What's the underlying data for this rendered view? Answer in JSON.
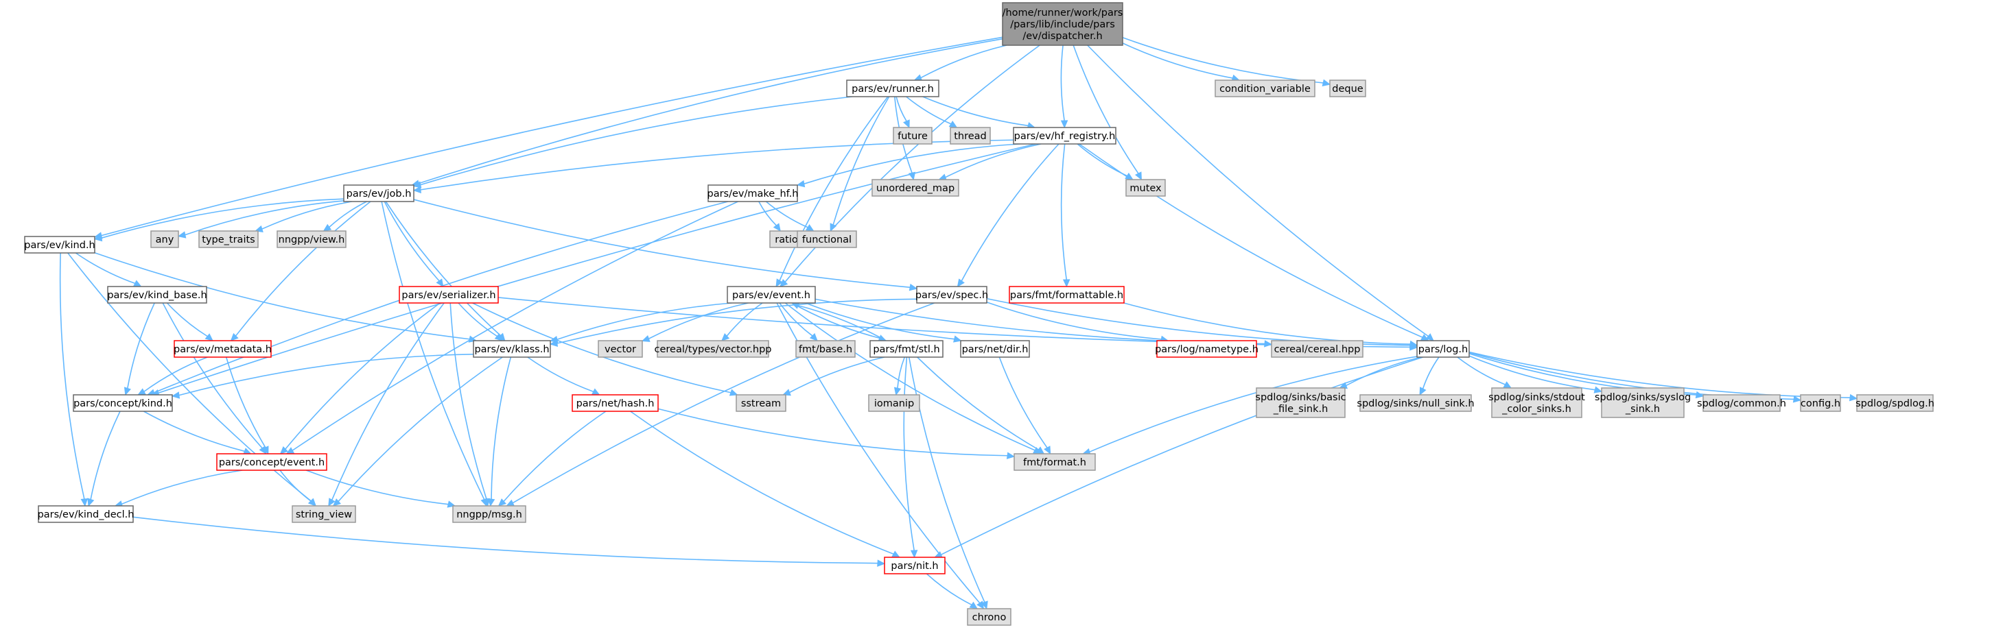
{
  "colors": {
    "root_fill": "#999999",
    "root_stroke": "#666666",
    "local_fill": "#ffffff",
    "local_stroke": "#666666",
    "missing_stroke": "#ff0000",
    "external_fill": "#e0e0e0",
    "external_stroke": "#999999",
    "edge": "#63b8ff"
  },
  "nodes": [
    {
      "id": "dispatcher",
      "lines": [
        "/home/runner/work/pars",
        "/pars/lib/include/pars",
        "/ev/dispatcher.h"
      ],
      "kind": "root"
    },
    {
      "id": "runner",
      "lines": [
        "pars/ev/runner.h"
      ],
      "kind": "local"
    },
    {
      "id": "condvar",
      "lines": [
        "condition_variable"
      ],
      "kind": "external"
    },
    {
      "id": "deque",
      "lines": [
        "deque"
      ],
      "kind": "external"
    },
    {
      "id": "future",
      "lines": [
        "future"
      ],
      "kind": "external"
    },
    {
      "id": "thread",
      "lines": [
        "thread"
      ],
      "kind": "external"
    },
    {
      "id": "hf_registry",
      "lines": [
        "pars/ev/hf_registry.h"
      ],
      "kind": "local"
    },
    {
      "id": "job",
      "lines": [
        "pars/ev/job.h"
      ],
      "kind": "local"
    },
    {
      "id": "unordered_map",
      "lines": [
        "unordered_map"
      ],
      "kind": "external"
    },
    {
      "id": "mutex",
      "lines": [
        "mutex"
      ],
      "kind": "external"
    },
    {
      "id": "make_hf",
      "lines": [
        "pars/ev/make_hf.h"
      ],
      "kind": "local"
    },
    {
      "id": "kind",
      "lines": [
        "pars/ev/kind.h"
      ],
      "kind": "local"
    },
    {
      "id": "any",
      "lines": [
        "any"
      ],
      "kind": "external"
    },
    {
      "id": "type_traits",
      "lines": [
        "type_traits"
      ],
      "kind": "external"
    },
    {
      "id": "nngpp_view",
      "lines": [
        "nngpp/view.h"
      ],
      "kind": "external"
    },
    {
      "id": "ratio",
      "lines": [
        "ratio"
      ],
      "kind": "external"
    },
    {
      "id": "functional",
      "lines": [
        "functional"
      ],
      "kind": "external"
    },
    {
      "id": "kind_base",
      "lines": [
        "pars/ev/kind_base.h"
      ],
      "kind": "local"
    },
    {
      "id": "serializer",
      "lines": [
        "pars/ev/serializer.h"
      ],
      "kind": "missing"
    },
    {
      "id": "event",
      "lines": [
        "pars/ev/event.h"
      ],
      "kind": "local"
    },
    {
      "id": "spec",
      "lines": [
        "pars/ev/spec.h"
      ],
      "kind": "local"
    },
    {
      "id": "formattable",
      "lines": [
        "pars/fmt/formattable.h"
      ],
      "kind": "missing"
    },
    {
      "id": "metadata",
      "lines": [
        "pars/ev/metadata.h"
      ],
      "kind": "missing"
    },
    {
      "id": "klass",
      "lines": [
        "pars/ev/klass.h"
      ],
      "kind": "local"
    },
    {
      "id": "vector",
      "lines": [
        "vector"
      ],
      "kind": "external"
    },
    {
      "id": "cereal_vector",
      "lines": [
        "cereal/types/vector.hpp"
      ],
      "kind": "external"
    },
    {
      "id": "fmt_base",
      "lines": [
        "fmt/base.h"
      ],
      "kind": "external"
    },
    {
      "id": "fmt_stl",
      "lines": [
        "pars/fmt/stl.h"
      ],
      "kind": "local"
    },
    {
      "id": "net_dir",
      "lines": [
        "pars/net/dir.h"
      ],
      "kind": "local"
    },
    {
      "id": "nametype",
      "lines": [
        "pars/log/nametype.h"
      ],
      "kind": "missing"
    },
    {
      "id": "cereal",
      "lines": [
        "cereal/cereal.hpp"
      ],
      "kind": "external"
    },
    {
      "id": "log",
      "lines": [
        "pars/log.h"
      ],
      "kind": "local"
    },
    {
      "id": "concept_kind",
      "lines": [
        "pars/concept/kind.h"
      ],
      "kind": "local"
    },
    {
      "id": "net_hash",
      "lines": [
        "pars/net/hash.h"
      ],
      "kind": "missing"
    },
    {
      "id": "sstream",
      "lines": [
        "sstream"
      ],
      "kind": "external"
    },
    {
      "id": "iomanip",
      "lines": [
        "iomanip"
      ],
      "kind": "external"
    },
    {
      "id": "basic_file_sink",
      "lines": [
        "spdlog/sinks/basic",
        "_file_sink.h"
      ],
      "kind": "external"
    },
    {
      "id": "null_sink",
      "lines": [
        "spdlog/sinks/null_sink.h"
      ],
      "kind": "external"
    },
    {
      "id": "stdout_color",
      "lines": [
        "spdlog/sinks/stdout",
        "_color_sinks.h"
      ],
      "kind": "external"
    },
    {
      "id": "syslog_sink",
      "lines": [
        "spdlog/sinks/syslog",
        "_sink.h"
      ],
      "kind": "external"
    },
    {
      "id": "spdlog_common",
      "lines": [
        "spdlog/common.h"
      ],
      "kind": "external"
    },
    {
      "id": "config",
      "lines": [
        "config.h"
      ],
      "kind": "external"
    },
    {
      "id": "spdlog",
      "lines": [
        "spdlog/spdlog.h"
      ],
      "kind": "external"
    },
    {
      "id": "concept_event",
      "lines": [
        "pars/concept/event.h"
      ],
      "kind": "missing"
    },
    {
      "id": "fmt_format",
      "lines": [
        "fmt/format.h"
      ],
      "kind": "external"
    },
    {
      "id": "string_view",
      "lines": [
        "string_view"
      ],
      "kind": "external"
    },
    {
      "id": "nngpp_msg",
      "lines": [
        "nngpp/msg.h"
      ],
      "kind": "external"
    },
    {
      "id": "kind_decl",
      "lines": [
        "pars/ev/kind_decl.h"
      ],
      "kind": "local"
    },
    {
      "id": "nit",
      "lines": [
        "pars/nit.h"
      ],
      "kind": "missing"
    },
    {
      "id": "chrono",
      "lines": [
        "chrono"
      ],
      "kind": "external"
    }
  ],
  "edges": [
    [
      "dispatcher",
      "runner"
    ],
    [
      "dispatcher",
      "condvar"
    ],
    [
      "dispatcher",
      "deque"
    ],
    [
      "dispatcher",
      "hf_registry"
    ],
    [
      "dispatcher",
      "job"
    ],
    [
      "dispatcher",
      "mutex"
    ],
    [
      "dispatcher",
      "kind"
    ],
    [
      "dispatcher",
      "event"
    ],
    [
      "dispatcher",
      "log"
    ],
    [
      "runner",
      "future"
    ],
    [
      "runner",
      "thread"
    ],
    [
      "runner",
      "hf_registry"
    ],
    [
      "runner",
      "job"
    ],
    [
      "runner",
      "unordered_map"
    ],
    [
      "runner",
      "functional"
    ],
    [
      "runner",
      "event"
    ],
    [
      "hf_registry",
      "unordered_map"
    ],
    [
      "hf_registry",
      "mutex"
    ],
    [
      "hf_registry",
      "make_hf"
    ],
    [
      "hf_registry",
      "job"
    ],
    [
      "hf_registry",
      "spec"
    ],
    [
      "hf_registry",
      "formattable"
    ],
    [
      "hf_registry",
      "log"
    ],
    [
      "hf_registry",
      "concept_kind"
    ],
    [
      "job",
      "kind"
    ],
    [
      "job",
      "any"
    ],
    [
      "job",
      "type_traits"
    ],
    [
      "job",
      "nngpp_view"
    ],
    [
      "job",
      "serializer"
    ],
    [
      "job",
      "spec"
    ],
    [
      "job",
      "metadata"
    ],
    [
      "job",
      "nngpp_msg"
    ],
    [
      "job",
      "klass"
    ],
    [
      "make_hf",
      "ratio"
    ],
    [
      "make_hf",
      "functional"
    ],
    [
      "make_hf",
      "concept_kind"
    ],
    [
      "make_hf",
      "concept_event"
    ],
    [
      "kind",
      "kind_base"
    ],
    [
      "kind",
      "klass"
    ],
    [
      "kind",
      "string_view"
    ],
    [
      "kind",
      "kind_decl"
    ],
    [
      "kind_base",
      "metadata"
    ],
    [
      "kind_base",
      "concept_kind"
    ],
    [
      "kind_base",
      "concept_event"
    ],
    [
      "serializer",
      "klass"
    ],
    [
      "serializer",
      "sstream"
    ],
    [
      "serializer",
      "log"
    ],
    [
      "serializer",
      "concept_event"
    ],
    [
      "serializer",
      "string_view"
    ],
    [
      "serializer",
      "nngpp_msg"
    ],
    [
      "event",
      "vector"
    ],
    [
      "event",
      "cereal_vector"
    ],
    [
      "event",
      "fmt_base"
    ],
    [
      "event",
      "fmt_stl"
    ],
    [
      "event",
      "net_dir"
    ],
    [
      "event",
      "cereal"
    ],
    [
      "event",
      "klass"
    ],
    [
      "event",
      "fmt_format"
    ],
    [
      "event",
      "chrono"
    ],
    [
      "spec",
      "klass"
    ],
    [
      "spec",
      "nametype"
    ],
    [
      "spec",
      "log"
    ],
    [
      "spec",
      "nngpp_msg"
    ],
    [
      "formattable",
      "log"
    ],
    [
      "metadata",
      "concept_kind"
    ],
    [
      "metadata",
      "concept_event"
    ],
    [
      "klass",
      "concept_kind"
    ],
    [
      "klass",
      "net_hash"
    ],
    [
      "klass",
      "string_view"
    ],
    [
      "klass",
      "nngpp_msg"
    ],
    [
      "fmt_stl",
      "event"
    ],
    [
      "fmt_stl",
      "sstream"
    ],
    [
      "fmt_stl",
      "iomanip"
    ],
    [
      "fmt_stl",
      "fmt_format"
    ],
    [
      "fmt_stl",
      "nit"
    ],
    [
      "fmt_stl",
      "chrono"
    ],
    [
      "net_dir",
      "fmt_format"
    ],
    [
      "log",
      "basic_file_sink"
    ],
    [
      "log",
      "null_sink"
    ],
    [
      "log",
      "stdout_color"
    ],
    [
      "log",
      "syslog_sink"
    ],
    [
      "log",
      "spdlog_common"
    ],
    [
      "log",
      "config"
    ],
    [
      "log",
      "spdlog"
    ],
    [
      "log",
      "fmt_format"
    ],
    [
      "log",
      "nit"
    ],
    [
      "concept_kind",
      "concept_event"
    ],
    [
      "concept_kind",
      "kind_decl"
    ],
    [
      "net_hash",
      "nngpp_msg"
    ],
    [
      "net_hash",
      "fmt_format"
    ],
    [
      "net_hash",
      "nit"
    ],
    [
      "concept_event",
      "string_view"
    ],
    [
      "concept_event",
      "nngpp_msg"
    ],
    [
      "concept_event",
      "kind_decl"
    ],
    [
      "kind_decl",
      "nit"
    ],
    [
      "nit",
      "chrono"
    ]
  ]
}
